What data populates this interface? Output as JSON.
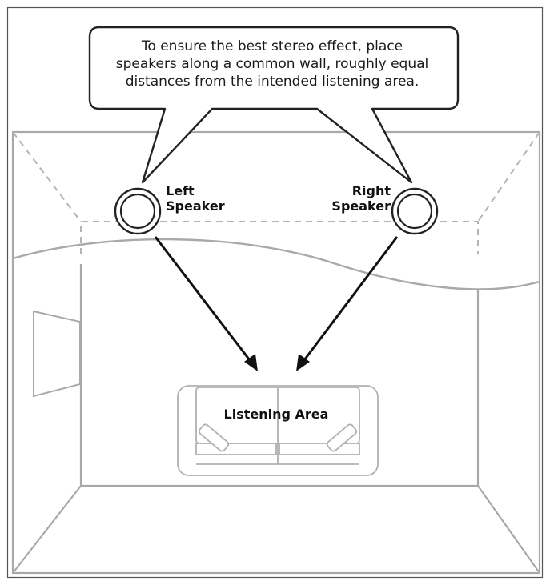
{
  "callout": {
    "line1": "To ensure the best stereo effect, place",
    "line2": "speakers along a common wall, roughly equal",
    "line3": "distances from the intended listening area."
  },
  "left_speaker": {
    "line1": "Left",
    "line2": "Speaker"
  },
  "right_speaker": {
    "line1": "Right",
    "line2": "Speaker"
  },
  "listening_area": {
    "label": "Listening Area"
  }
}
